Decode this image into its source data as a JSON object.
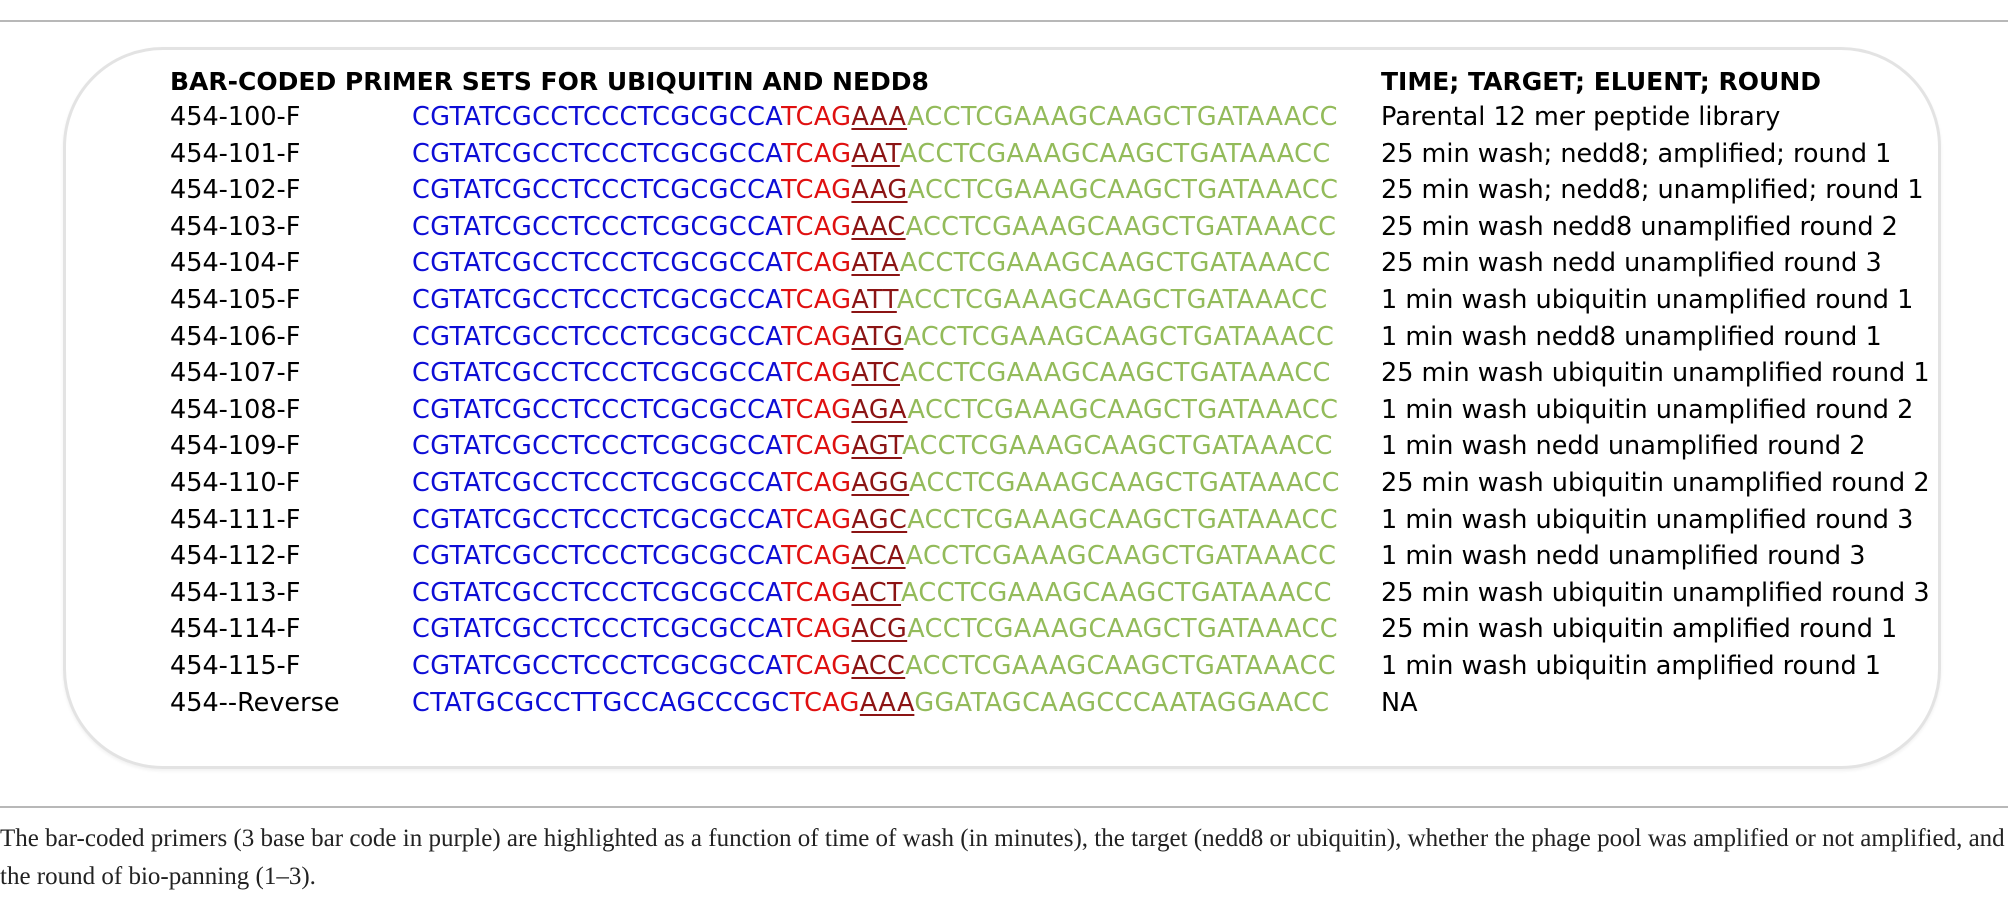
{
  "header": {
    "left": "BAR-CODED PRIMER SETS FOR UBIQUITIN AND NEDD8",
    "right": "TIME; TARGET; ELUENT; ROUND"
  },
  "rows": [
    {
      "name": "454-100-F",
      "p1": "CGTATCGCCTCCCTCGCGCCA",
      "p2": "TCAG",
      "bc": "AAA",
      "p3": "ACCTCGAAAGCAAGCTGATAAACC",
      "desc": "Parental 12 mer peptide library"
    },
    {
      "name": "454-101-F",
      "p1": "CGTATCGCCTCCCTCGCGCCA",
      "p2": "TCAG",
      "bc": "AAT",
      "p3": "ACCTCGAAAGCAAGCTGATAAACC",
      "desc": "25 min wash; nedd8; amplified; round 1"
    },
    {
      "name": "454-102-F",
      "p1": "CGTATCGCCTCCCTCGCGCCA",
      "p2": "TCAG",
      "bc": "AAG",
      "p3": "ACCTCGAAAGCAAGCTGATAAACC",
      "desc": "25 min wash; nedd8; unamplified; round 1"
    },
    {
      "name": "454-103-F",
      "p1": "CGTATCGCCTCCCTCGCGCCA",
      "p2": "TCAG",
      "bc": "AAC",
      "p3": "ACCTCGAAAGCAAGCTGATAAACC",
      "desc": "25 min wash nedd8 unamplified round 2"
    },
    {
      "name": "454-104-F",
      "p1": "CGTATCGCCTCCCTCGCGCCA",
      "p2": "TCAG",
      "bc": "ATA",
      "p3": "ACCTCGAAAGCAAGCTGATAAACC",
      "desc": "25 min wash nedd unamplified round 3"
    },
    {
      "name": "454-105-F",
      "p1": "CGTATCGCCTCCCTCGCGCCA",
      "p2": "TCAG",
      "bc": "ATT",
      "p3": "ACCTCGAAAGCAAGCTGATAAACC",
      "desc": "1 min wash ubiquitin unamplified round 1"
    },
    {
      "name": "454-106-F",
      "p1": "CGTATCGCCTCCCTCGCGCCA",
      "p2": "TCAG",
      "bc": "ATG",
      "p3": "ACCTCGAAAGCAAGCTGATAAACC",
      "desc": "1 min wash nedd8 unamplified round 1"
    },
    {
      "name": "454-107-F",
      "p1": "CGTATCGCCTCCCTCGCGCCA",
      "p2": "TCAG",
      "bc": "ATC",
      "p3": "ACCTCGAAAGCAAGCTGATAAACC",
      "desc": "25 min wash ubiquitin unamplified round 1"
    },
    {
      "name": "454-108-F",
      "p1": "CGTATCGCCTCCCTCGCGCCA",
      "p2": "TCAG",
      "bc": "AGA",
      "p3": "ACCTCGAAAGCAAGCTGATAAACC",
      "desc": "1 min wash ubiquitin unamplified round 2"
    },
    {
      "name": "454-109-F",
      "p1": "CGTATCGCCTCCCTCGCGCCA",
      "p2": "TCAG",
      "bc": "AGT",
      "p3": "ACCTCGAAAGCAAGCTGATAAACC",
      "desc": "1 min wash nedd unamplified round 2"
    },
    {
      "name": "454-110-F",
      "p1": "CGTATCGCCTCCCTCGCGCCA",
      "p2": "TCAG",
      "bc": "AGG",
      "p3": "ACCTCGAAAGCAAGCTGATAAACC",
      "desc": "25 min wash ubiquitin unamplified round 2"
    },
    {
      "name": "454-111-F",
      "p1": "CGTATCGCCTCCCTCGCGCCA",
      "p2": "TCAG",
      "bc": "AGC",
      "p3": "ACCTCGAAAGCAAGCTGATAAACC",
      "desc": "1 min wash ubiquitin unamplified round 3"
    },
    {
      "name": "454-112-F",
      "p1": "CGTATCGCCTCCCTCGCGCCA",
      "p2": "TCAG",
      "bc": "ACA",
      "p3": "ACCTCGAAAGCAAGCTGATAAACC",
      "desc": "1 min wash nedd unamplified round 3"
    },
    {
      "name": "454-113-F",
      "p1": "CGTATCGCCTCCCTCGCGCCA",
      "p2": "TCAG",
      "bc": "ACT",
      "p3": "ACCTCGAAAGCAAGCTGATAAACC",
      "desc": "25 min wash ubiquitin unamplified round 3"
    },
    {
      "name": "454-114-F",
      "p1": "CGTATCGCCTCCCTCGCGCCA",
      "p2": "TCAG",
      "bc": "ACG",
      "p3": "ACCTCGAAAGCAAGCTGATAAACC",
      "desc": "25 min wash ubiquitin amplified round 1"
    },
    {
      "name": "454-115-F",
      "p1": "CGTATCGCCTCCCTCGCGCCA",
      "p2": "TCAG",
      "bc": "ACC",
      "p3": "ACCTCGAAAGCAAGCTGATAAACC",
      "desc": "1 min wash ubiquitin amplified round 1"
    },
    {
      "name": "454--Reverse",
      "p1": "CTATGCGCCTTGCCAGCCCGC",
      "p2": "TCAG",
      "bc": "AAA",
      "p3": "GGATAGCAAGCCCAATAGGAACC",
      "desc": "NA"
    }
  ],
  "caption": "The bar-coded primers (3 base bar code in purple) are highlighted as a function of time of wash (in minutes), the target (nedd8 or ubiquitin), whether the phage pool was amplified or not amplified, and the round of bio-panning (1–3).",
  "colors": {
    "primer_5prime": "#0d0dd6",
    "key_sequence": "#e01010",
    "bar_code": "#8b1414",
    "primer_3prime": "#93bb5a"
  }
}
